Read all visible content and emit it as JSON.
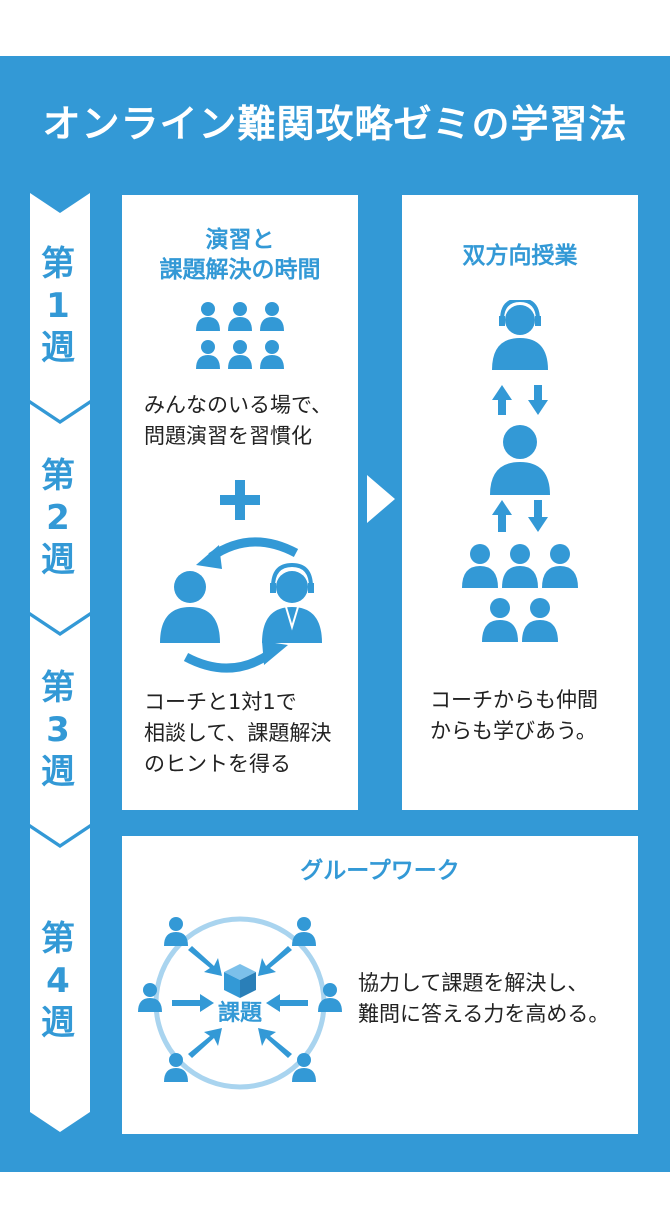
{
  "title": "オンライン難関攻略ゼミの学習法",
  "weeks": [
    {
      "label": "第1週"
    },
    {
      "label": "第2週"
    },
    {
      "label": "第3週"
    },
    {
      "label": "第4週"
    }
  ],
  "card_practice": {
    "title_line1": "演習と",
    "title_line2": "課題解決の時間",
    "text_top_line1": "みんなのいる場で、",
    "text_top_line2": "問題演習を習慣化",
    "plus_symbol": "+",
    "text_bottom_line1": "コーチと1対1で",
    "text_bottom_line2": "相談して、課題解決",
    "text_bottom_line3": "のヒントを得る"
  },
  "card_interactive": {
    "title": "双方向授業",
    "text_line1": "コーチからも仲間",
    "text_line2": "からも学びあう。"
  },
  "card_group": {
    "title": "グループワーク",
    "center_label": "課題",
    "text_line1": "協力して課題を解決し、",
    "text_line2": "難問に答える力を高める。"
  },
  "colors": {
    "brand_blue": "#3399d6",
    "light_blue": "#a9d4ef",
    "white": "#ffffff",
    "text": "#222222"
  },
  "icons": [
    "person-icon",
    "headset-coach-icon",
    "plus-icon",
    "cycle-arrows-icon",
    "up-down-arrows-icon",
    "cube-icon",
    "arrow-right-icon"
  ]
}
